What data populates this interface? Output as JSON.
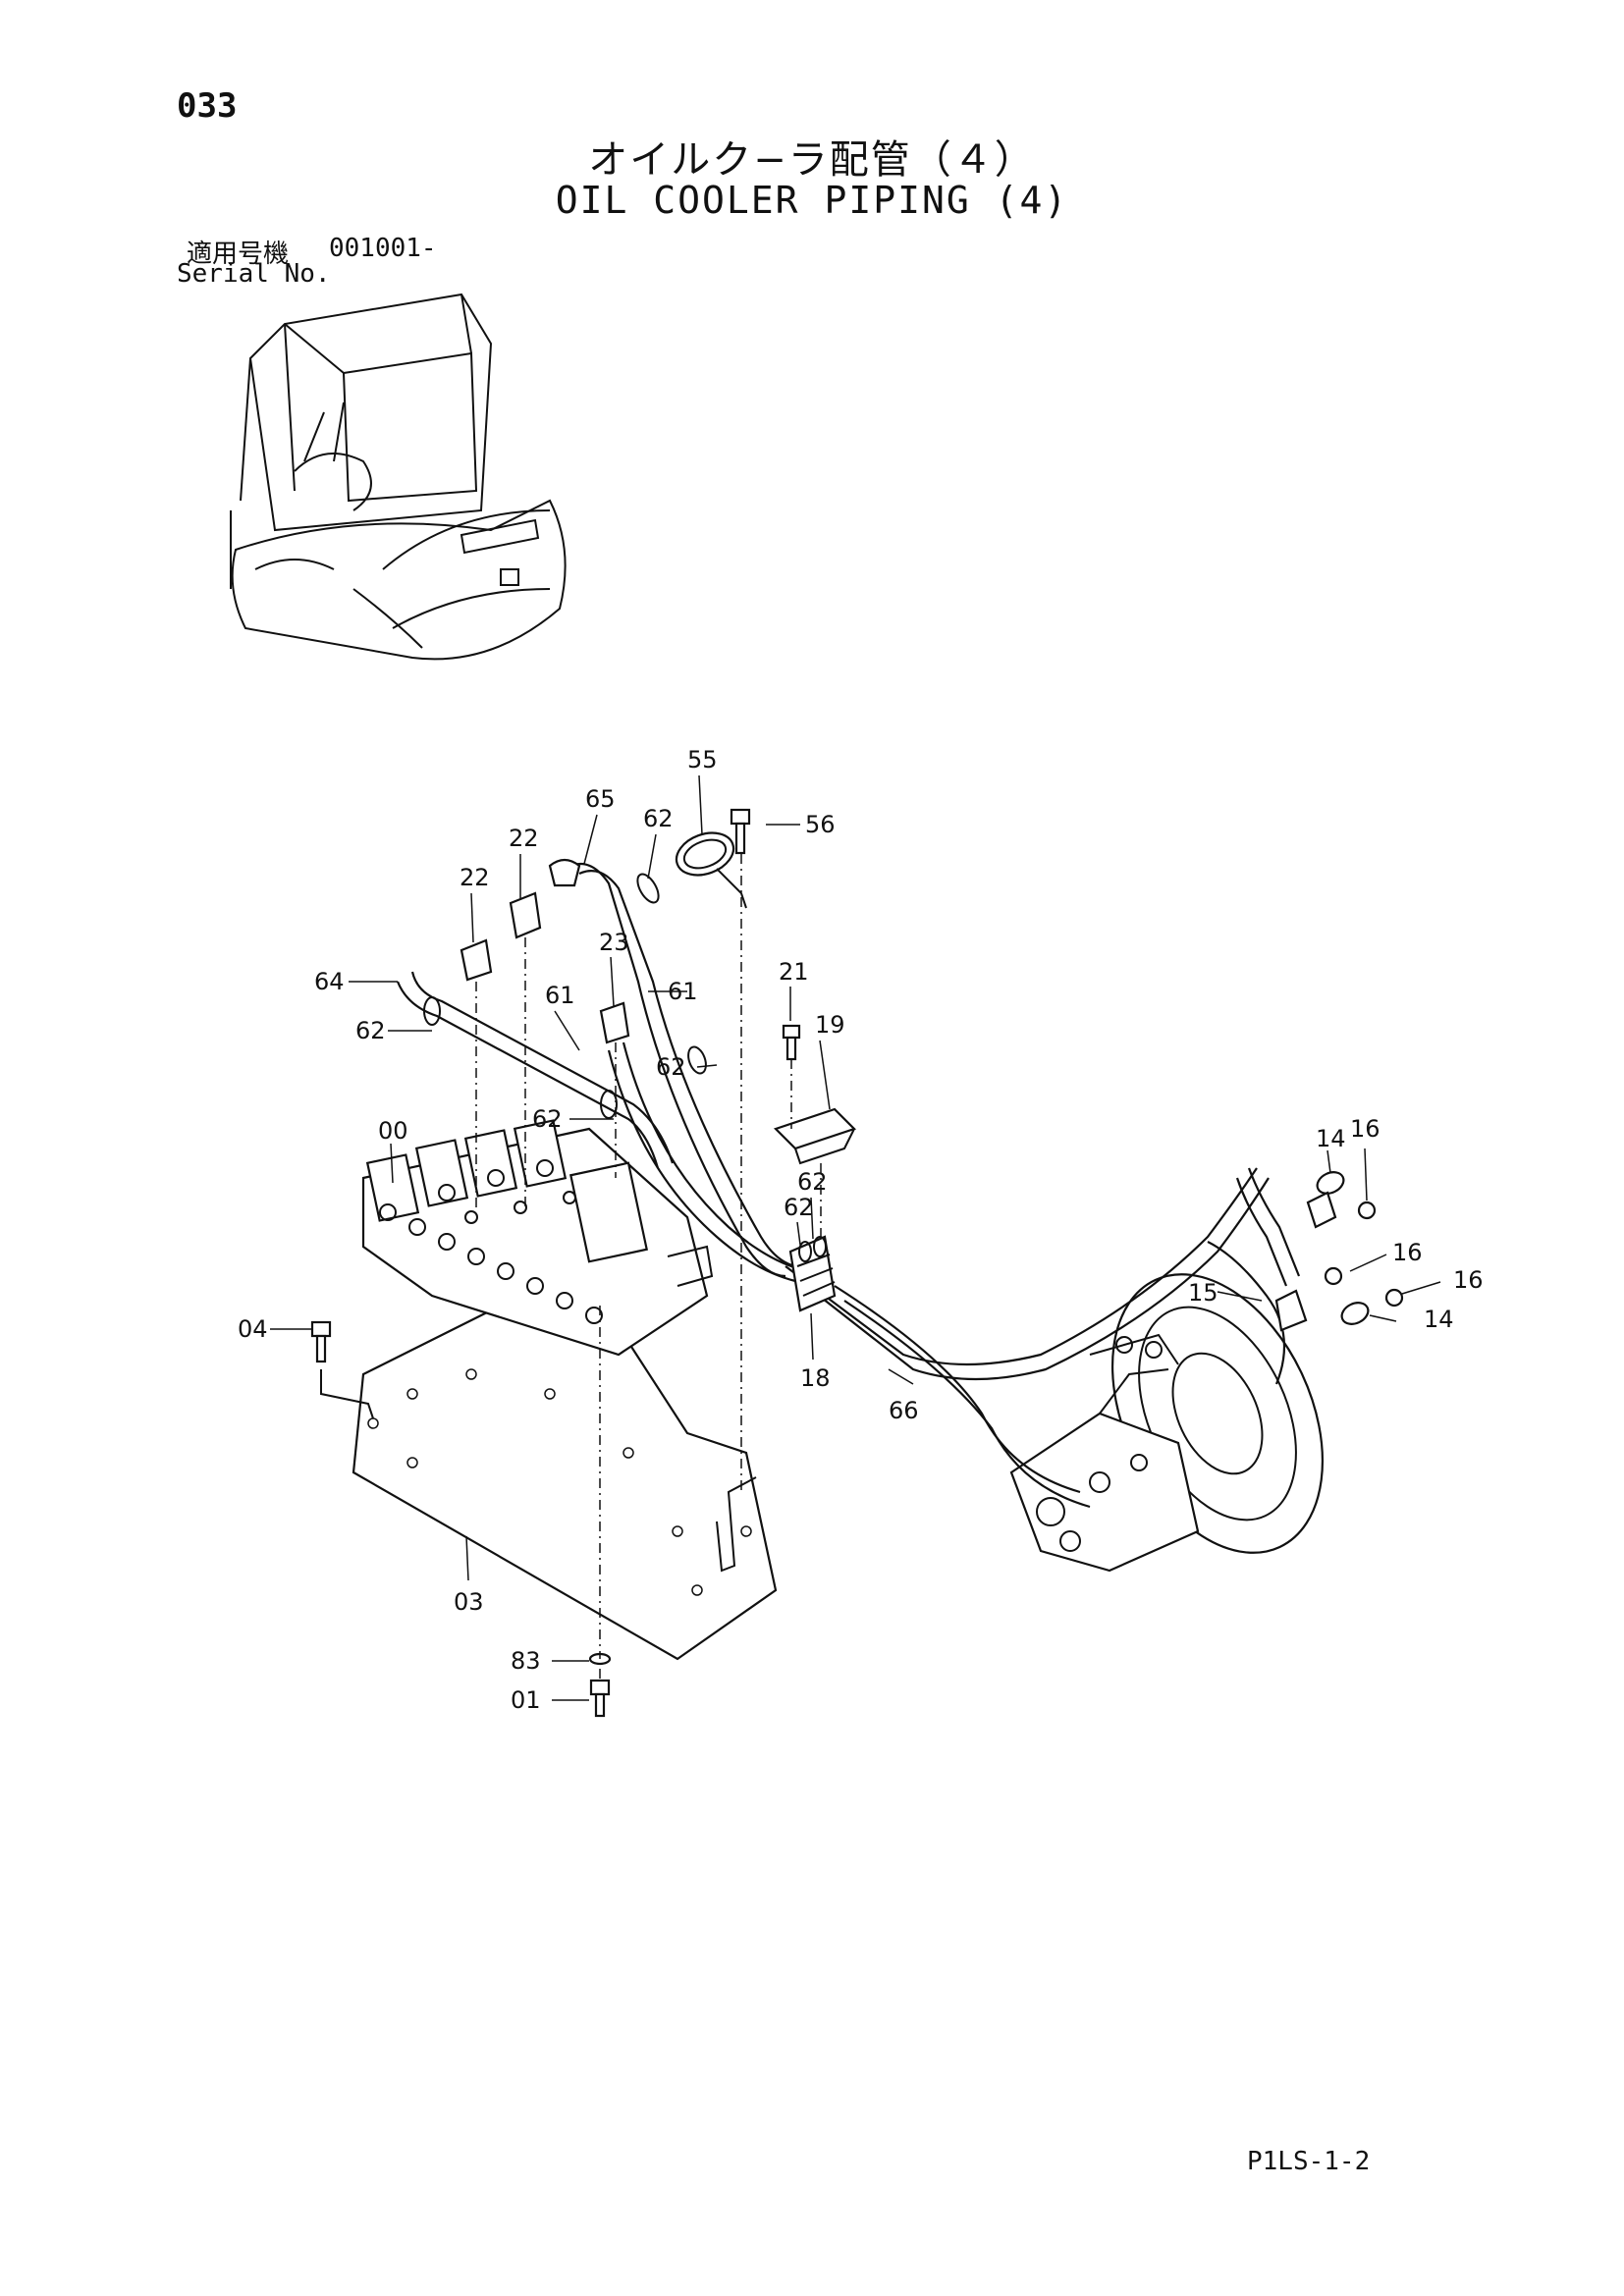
{
  "page": {
    "number": "033",
    "title_ja": "オイルク−ラ配管（４）",
    "title_en": "OIL COOLER PIPING (4)",
    "serial_label_ja": "適用号機",
    "serial_value": "001001-",
    "serial_label_en": "Serial No.",
    "page_code": "P1LS-1-2"
  },
  "callouts": {
    "c55": "55",
    "c56": "56",
    "c65": "65",
    "c62_top": "62",
    "c22_a": "22",
    "c22_b": "22",
    "c23": "23",
    "c61_a": "61",
    "c61_b": "61",
    "c64": "64",
    "c62_left": "62",
    "c62_mid": "62",
    "c62_lower": "62",
    "c21": "21",
    "c19": "19",
    "c00": "00",
    "c62_clampA": "62",
    "c62_clampB": "62",
    "c04": "04",
    "c18": "18",
    "c66": "66",
    "c03": "03",
    "c83": "83",
    "c01": "01",
    "c14_top": "14",
    "c16_top": "16",
    "c16_mid": "16",
    "c16_right": "16",
    "c15": "15",
    "c14_low": "14"
  }
}
